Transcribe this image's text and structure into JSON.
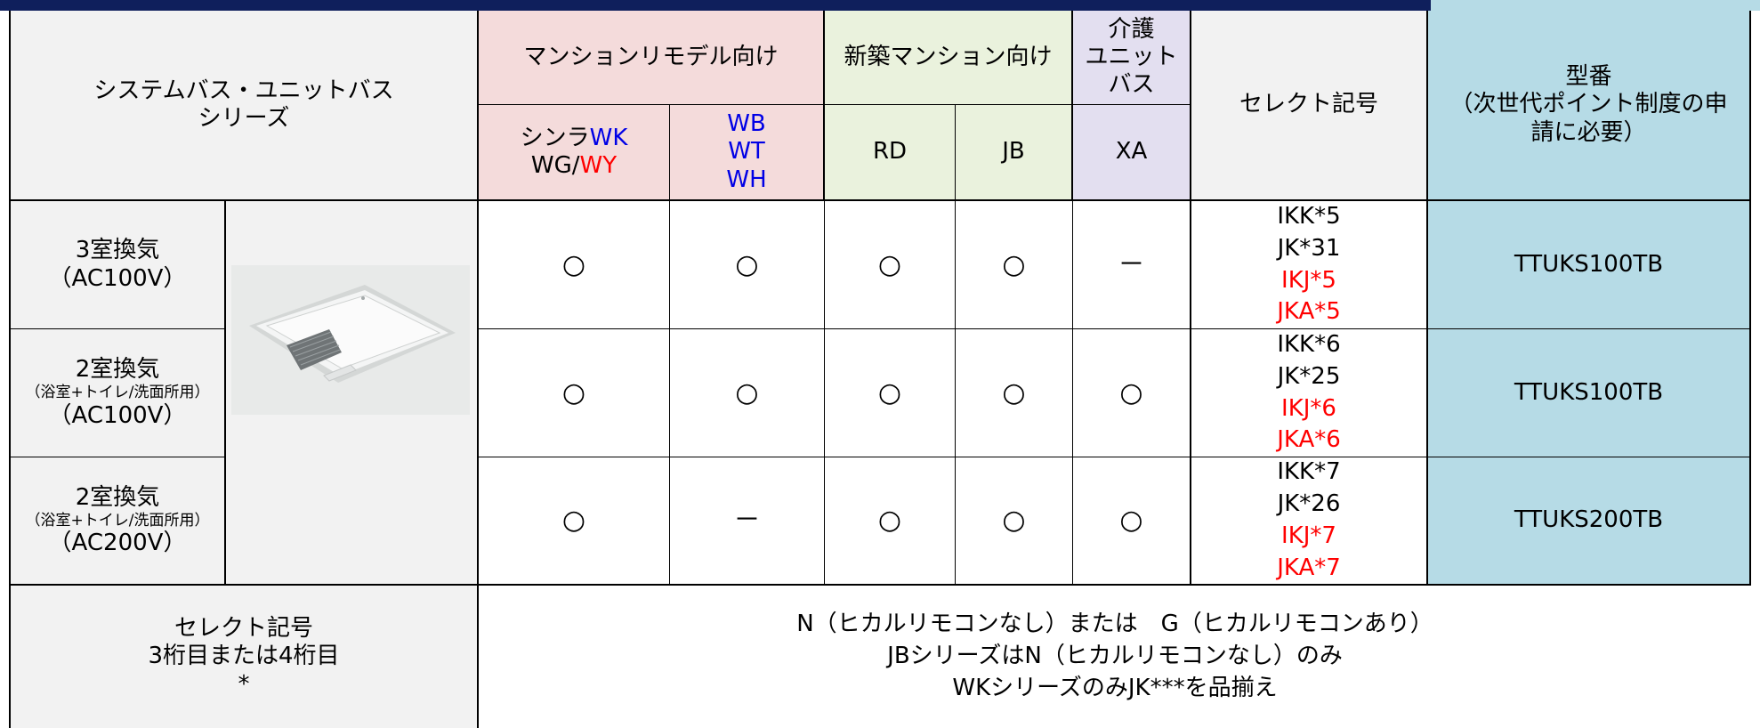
{
  "series_header": [
    "システムバス・ユニットバス",
    "シリーズ"
  ],
  "group_headers": {
    "remodel": "マンションリモデル向け",
    "new_build": "新築マンション向け",
    "care": [
      "介護",
      "ユニット",
      "バス"
    ],
    "select": "セレクト記号",
    "model": [
      "型番",
      "（次世代ポイント制度の申",
      "請に必要）"
    ]
  },
  "sub_headers": {
    "col1": {
      "a": "シンラ",
      "b": "WK",
      "c": "WG/",
      "d": "WY"
    },
    "col2": [
      "WB",
      "WT",
      "WH"
    ],
    "col3": "RD",
    "col4": "JB",
    "col5": "XA"
  },
  "rows": [
    {
      "title": "3室換気",
      "subtitle": "",
      "voltage": "（AC100V）",
      "marks": [
        "○",
        "○",
        "○",
        "○",
        "－"
      ],
      "select_black": [
        "IKK*5",
        "JK*31"
      ],
      "select_red": [
        "IKJ*5",
        "JKA*5"
      ],
      "model": "TTUKS100TB"
    },
    {
      "title": "2室換気",
      "subtitle": "（浴室+トイレ/洗面所用）",
      "voltage": "（AC100V）",
      "marks": [
        "○",
        "○",
        "○",
        "○",
        "○"
      ],
      "select_black": [
        "IKK*6",
        "JK*25"
      ],
      "select_red": [
        "IKJ*6",
        "JKA*6"
      ],
      "model": "TTUKS100TB"
    },
    {
      "title": "2室換気",
      "subtitle": "（浴室+トイレ/洗面所用）",
      "voltage": "（AC200V）",
      "marks": [
        "○",
        "－",
        "○",
        "○",
        "○"
      ],
      "select_black": [
        "IKK*7",
        "JK*26"
      ],
      "select_red": [
        "IKJ*7",
        "JKA*7"
      ],
      "model": "TTUKS200TB"
    }
  ],
  "footer": {
    "label": [
      "セレクト記号",
      "3桁目または4桁目",
      "*"
    ],
    "notes": [
      "N（ヒカルリモコンなし）または　G（ヒカルリモコンあり）",
      "JBシリーズはN（ヒカルリモコンなし）のみ",
      "WKシリーズのみJK***を品揃え"
    ]
  }
}
